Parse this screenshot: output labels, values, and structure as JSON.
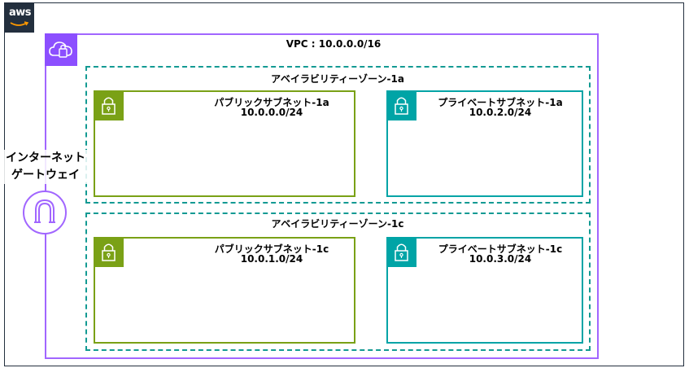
{
  "brand": {
    "logo_text": "aws",
    "colors": {
      "cloud_border": "#232f3e",
      "vpc": "#a166ff",
      "vpc_icon": "#8c4fff",
      "az_border": "#139a93",
      "public": "#7aa116",
      "private": "#00a4a6"
    }
  },
  "vpc": {
    "title": "VPC : 10.0.0.0/16",
    "icon": "vpc-cloud-icon"
  },
  "internet_gateway": {
    "line1": "インターネット",
    "line2": "ゲートウェイ",
    "icon": "internet-gateway-icon"
  },
  "availability_zones": [
    {
      "title": "アベイラビリティーゾーン-1a",
      "subnets": [
        {
          "name": "パブリックサブネット-1a",
          "cidr": "10.0.0.0/24",
          "type": "public",
          "icon": "lock-icon"
        },
        {
          "name": "プライベートサブネット-1a",
          "cidr": "10.0.2.0/24",
          "type": "private",
          "icon": "lock-icon"
        }
      ]
    },
    {
      "title": "アベイラビリティーゾーン-1c",
      "subnets": [
        {
          "name": "パブリックサブネット-1c",
          "cidr": "10.0.1.0/24",
          "type": "public",
          "icon": "lock-icon"
        },
        {
          "name": "プライベートサブネット-1c",
          "cidr": "10.0.3.0/24",
          "type": "private",
          "icon": "lock-icon"
        }
      ]
    }
  ]
}
